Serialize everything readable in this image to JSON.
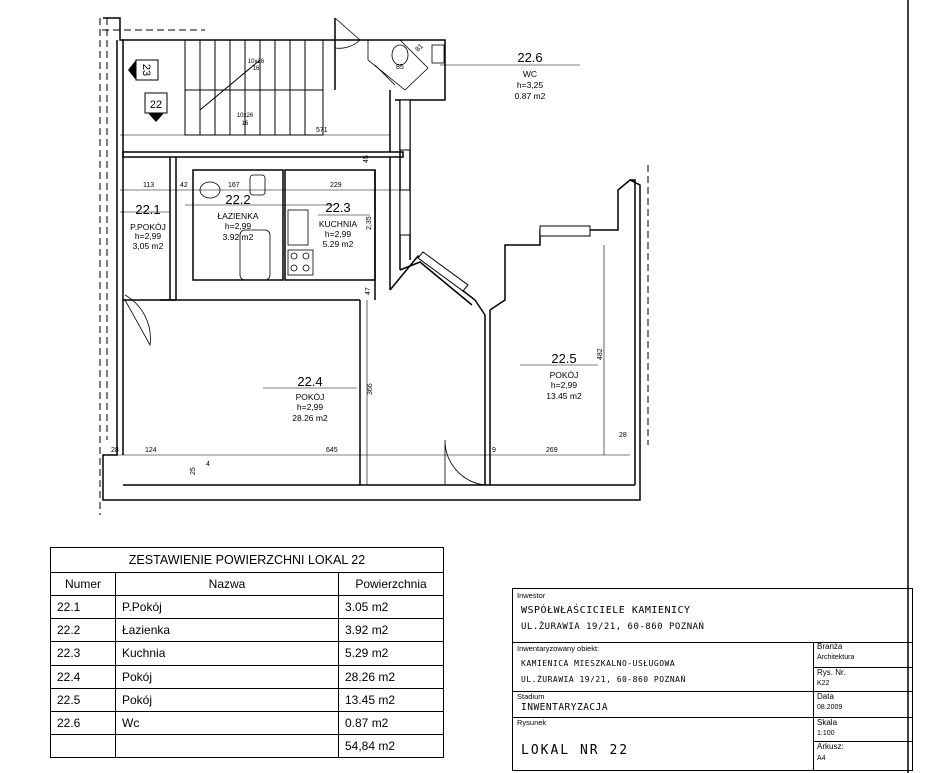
{
  "plan": {
    "stair_up": "23",
    "stair_down": "22",
    "stair_upper_text": "10x26\n16",
    "stair_lower_text": "10x26\n16",
    "rooms": [
      {
        "id": "22.1",
        "name": "P.POKÓJ",
        "height": "h=2,99",
        "area": "3,05 m2"
      },
      {
        "id": "22.2",
        "name": "ŁAZIENKA",
        "height": "h=2,99",
        "area": "3.92 m2"
      },
      {
        "id": "22.3",
        "name": "KUCHNIA",
        "height": "h=2,99",
        "area": "5.29 m2"
      },
      {
        "id": "22.4",
        "name": "POKÓJ",
        "height": "h=2,99",
        "area": "28.26 m2"
      },
      {
        "id": "22.5",
        "name": "POKÓJ",
        "height": "h=2,99",
        "area": "13.45 m2"
      },
      {
        "id": "22.6",
        "name": "WC",
        "height": "h=3,25",
        "area": "0.87 m2"
      }
    ],
    "dims": {
      "d571": "571",
      "d45": "45",
      "d113": "113",
      "d42": "42",
      "d167": "167",
      "d229": "229",
      "d235": "2,35",
      "d47": "47",
      "d366": "366",
      "d28a": "28",
      "d124": "124",
      "d645": "645",
      "d9": "9",
      "d269": "269",
      "d28b": "28",
      "d482": "482",
      "d25": "25",
      "d4": "4",
      "d85": "85",
      "d81": "81"
    }
  },
  "table": {
    "title": "ZESTAWIENIE POWIERZCHNI LOKAL 22",
    "headers": [
      "Numer",
      "Nazwa",
      "Powierzchnia"
    ],
    "rows": [
      [
        "22.1",
        "P.Pokój",
        "3.05 m2"
      ],
      [
        "22.2",
        "Łazienka",
        "3.92 m2"
      ],
      [
        "22.3",
        "Kuchnia",
        "5.29 m2"
      ],
      [
        "22.4",
        "Pokój",
        "28.26 m2"
      ],
      [
        "22.5",
        "Pokój",
        "13.45 m2"
      ],
      [
        "22.6",
        "Wc",
        "0.87 m2"
      ]
    ],
    "total": "54,84 m2"
  },
  "titleblock": {
    "investor_label": "Inwestor",
    "investor_line1": "WSPÓŁWŁAŚCICIELE KAMIENICY",
    "investor_line2": "UL.ŻURAWIA 19/21, 60-860 POZNAŃ",
    "object_label": "Inwentaryzowany obiekt:",
    "object_line1": "KAMIENICA MIESZKALNO-USŁUGOWA",
    "object_line2": "UL.ŻURAWIA 19/21, 60-860 POZNAŃ",
    "stage_label": "Stadium",
    "stage_value": "INWENTARYZACJA",
    "drawing_label": "Rysunek",
    "drawing_value": "LOKAL NR 22",
    "office_label": "Branża",
    "office_value": "Architektura",
    "sheetno_label": "Rys. Nr.",
    "sheetno_value": "K22",
    "date_label": "Data",
    "date_value": "08.2009",
    "scale_label": "Skala",
    "scale_value": "1:100",
    "sheet_label": "Arkusz:",
    "sheet_value": "A4"
  }
}
